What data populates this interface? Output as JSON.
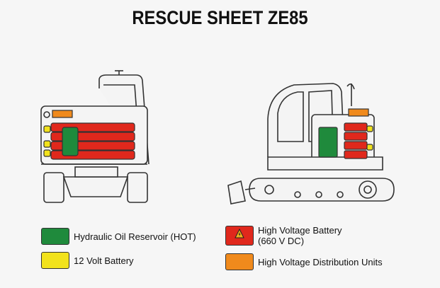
{
  "title": "RESCUE SHEET ZE85",
  "colors": {
    "hydraulic": "#1f8a3c",
    "battery12v": "#f2e21c",
    "hv_battery": "#e0281c",
    "hv_distribution": "#f08a1c",
    "line": "#333333"
  },
  "legend": [
    {
      "label": "Hydraulic Oil Reservoir (HOT)",
      "color_key": "hydraulic",
      "icon": "none"
    },
    {
      "label": "High Voltage Battery",
      "label2": "(660 V DC)",
      "color_key": "hv_battery",
      "icon": "high-voltage-warning-icon"
    },
    {
      "label": "12 Volt Battery",
      "color_key": "battery12v",
      "icon": "none"
    },
    {
      "label": "High Voltage Distribution Units",
      "color_key": "hv_distribution",
      "icon": "none"
    }
  ]
}
